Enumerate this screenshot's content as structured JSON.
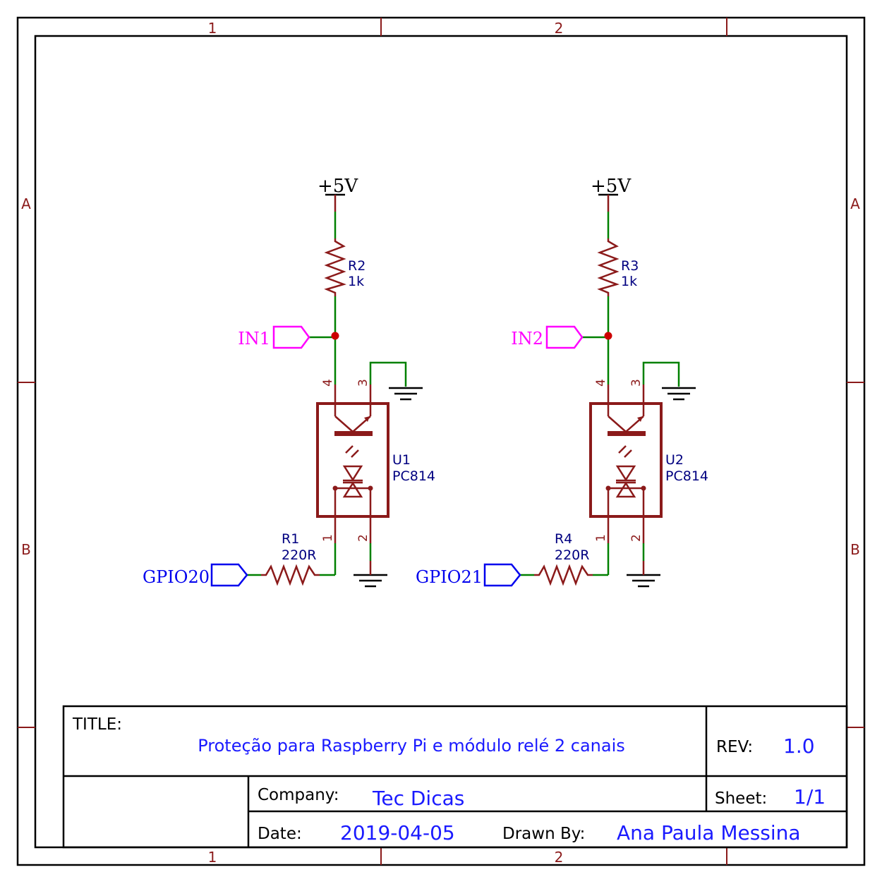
{
  "frame": {
    "column_labels": [
      "1",
      "2"
    ],
    "row_labels": [
      "A",
      "B"
    ]
  },
  "circuits": [
    {
      "supply_label": "+5V",
      "pullup": {
        "ref": "R2",
        "value": "1k"
      },
      "output_port": "IN1",
      "opto": {
        "ref": "U1",
        "value": "PC814",
        "pins": [
          "1",
          "2",
          "3",
          "4"
        ]
      },
      "series": {
        "ref": "R1",
        "value": "220R"
      },
      "input_port": "GPIO20"
    },
    {
      "supply_label": "+5V",
      "pullup": {
        "ref": "R3",
        "value": "1k"
      },
      "output_port": "IN2",
      "opto": {
        "ref": "U2",
        "value": "PC814",
        "pins": [
          "1",
          "2",
          "3",
          "4"
        ]
      },
      "series": {
        "ref": "R4",
        "value": "220R"
      },
      "input_port": "GPIO21"
    }
  ],
  "title_block": {
    "title_label": "TITLE:",
    "title": "Proteção para Raspberry Pi e módulo relé 2 canais",
    "rev_label": "REV:",
    "rev": "1.0",
    "company_label": "Company:",
    "company": "Tec Dicas",
    "sheet_label": "Sheet:",
    "sheet": "1/1",
    "date_label": "Date:",
    "date": "2019-04-05",
    "drawn_by_label": "Drawn By:",
    "drawn_by": "Ana Paula Messina"
  },
  "colors": {
    "frame": "#000000",
    "frame_marks": "#8b1a1a",
    "component": "#8b1a1a",
    "wire": "#008000",
    "junction": "#cc0000",
    "power_label": "#000000",
    "net_port": "#ff00ff",
    "gpio_port": "#0000ee",
    "ref_text": "#000080",
    "title_text": "#1a1aff"
  }
}
